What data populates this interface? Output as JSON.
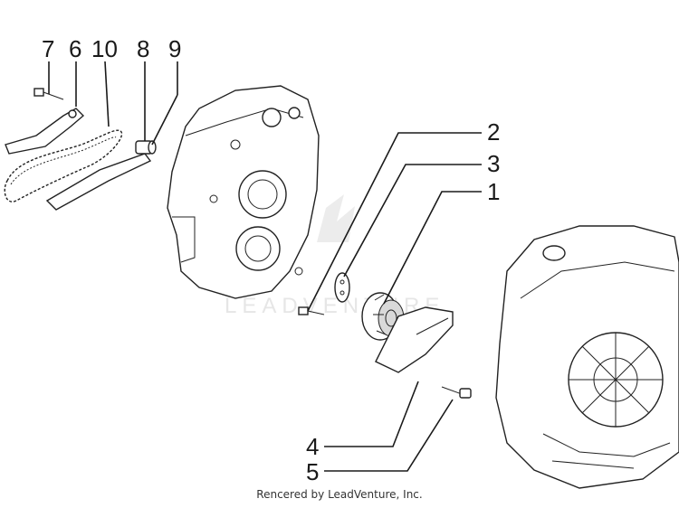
{
  "callouts": {
    "c1": "1",
    "c2": "2",
    "c3": "3",
    "c4": "4",
    "c5": "5",
    "c6": "6",
    "c7": "7",
    "c8": "8",
    "c9": "9",
    "c10": "10"
  },
  "watermark": "LEADVENTURE",
  "credit": "Rencered by LeadVenture, Inc."
}
